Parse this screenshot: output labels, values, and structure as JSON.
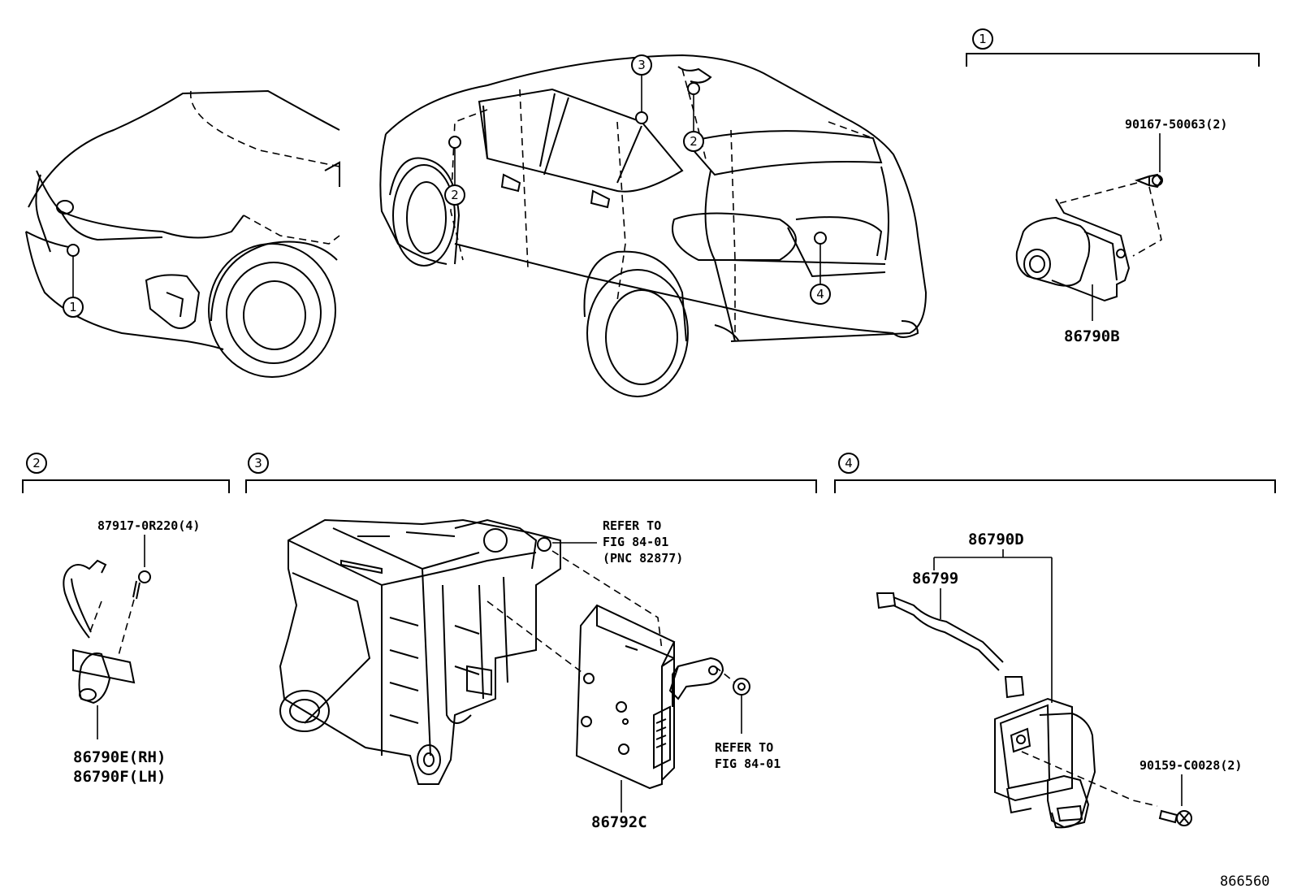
{
  "callouts": {
    "one": "1",
    "two": "2",
    "three": "3",
    "four": "4"
  },
  "parts": {
    "bolt_1": "90167-50063(2)",
    "camera_front": "86790B",
    "bolt_2": "87917-0R220(4)",
    "camera_side_rh": "86790E(RH)",
    "camera_side_lh": "86790F(LH)",
    "refer_a_line1": "REFER TO",
    "refer_a_line2": "FIG 84-01",
    "refer_a_line3": "(PNC 82877)",
    "refer_b_line1": "REFER TO",
    "refer_b_line2": "FIG 84-01",
    "ecu": "86792C",
    "camera_rear_assy": "86790D",
    "wire": "86799",
    "screw_rear": "90159-C0028(2)"
  },
  "figure_id": "866560"
}
